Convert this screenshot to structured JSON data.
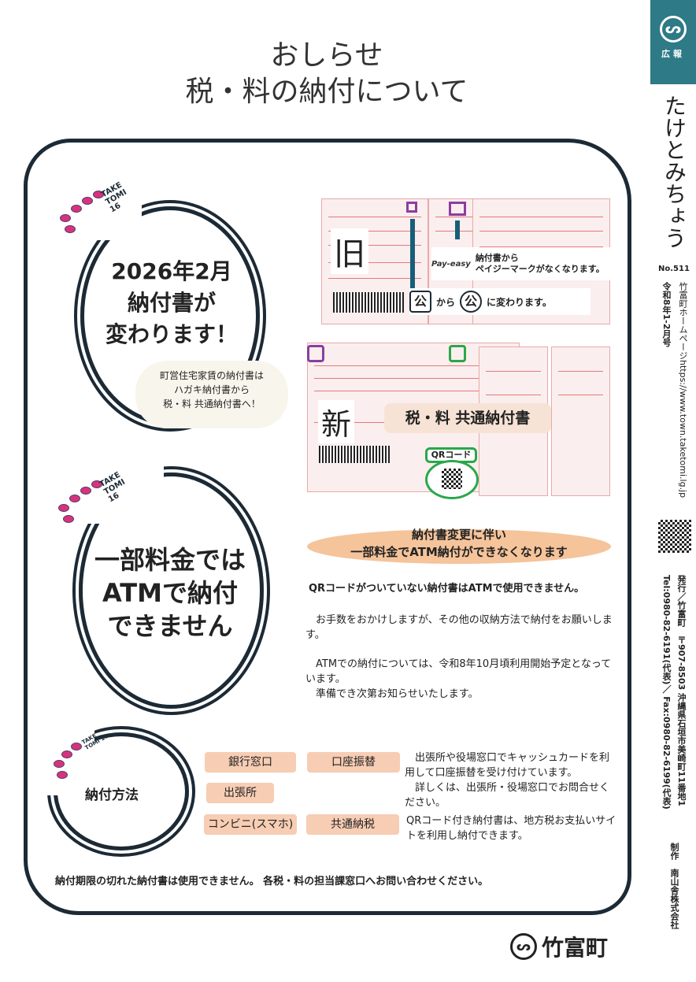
{
  "header": {
    "title_line1": "おしらせ",
    "title_line2": "税・料の納付について"
  },
  "sidebar": {
    "badge": "広報",
    "magazine_name": "たけとみちょう",
    "issue": "No.511",
    "homepage": "竹富町ホームページhttps://www.town.taketomi.lg.jp",
    "date": "令和8年1-2月号",
    "publisher": "発行／竹富町　〒907-8503 沖縄県石垣市美崎町11番地1",
    "tel_fax": "Tel:0980-82-6191(代表)／ Fax:0980-82-6199(代表)",
    "produced_by": "制作　南山舎株式会社",
    "accent": "#2e7a86"
  },
  "section1": {
    "logo_text": "TAKE TOMI 16",
    "heading": [
      "2026年2月",
      "納付書が",
      "変わります！"
    ],
    "bubble": [
      "町営住宅家賃の納付書は",
      "ハガキ納付書から",
      "税・料 共通納付書へ！"
    ],
    "old_label": "旧",
    "new_label": "新",
    "payeasy_logo": "Pay-easy",
    "payeasy_note": [
      "納付書から",
      "ペイジーマークがなくなります。"
    ],
    "seal_from": "公",
    "seal_middle": "から",
    "seal_to": "公",
    "seal_note": "に変わります。",
    "new_form_title": "税・料 共通納付書",
    "qr_label": "QRコード"
  },
  "section2": {
    "heading": [
      "一部料金では",
      "ATMで納付",
      "できません"
    ],
    "banner": [
      "納付書変更に伴い",
      "一部料金でATM納付ができなくなります"
    ],
    "lead": "QRコードがついていない納付書はATMで使用できません。",
    "para1": "　お手数をおかけしますが、その他の収納方法で納付をお願いします。",
    "para2": "　ATMでの納付については、令和8年10月頃利用開始予定となっています。",
    "para3": "　準備でき次第お知らせいたします。"
  },
  "section3": {
    "heading": "納付方法",
    "methods": [
      "銀行窓口",
      "口座振替",
      "出張所",
      "コンビニ(スマホ)",
      "共通納税"
    ],
    "note1": "　出張所や役場窓口でキャッシュカードを利用して口座振替を受け付けています。\n　詳しくは、出張所・役場窓口でお問合せください。",
    "note2": "QRコード付き納付書は、地方税お支払いサイトを利用し納付できます。"
  },
  "footer": {
    "notice": "納付期限の切れた納付書は使用できません。 各税・料の担当課窓口へお問い合わせください。",
    "town": "竹富町"
  }
}
